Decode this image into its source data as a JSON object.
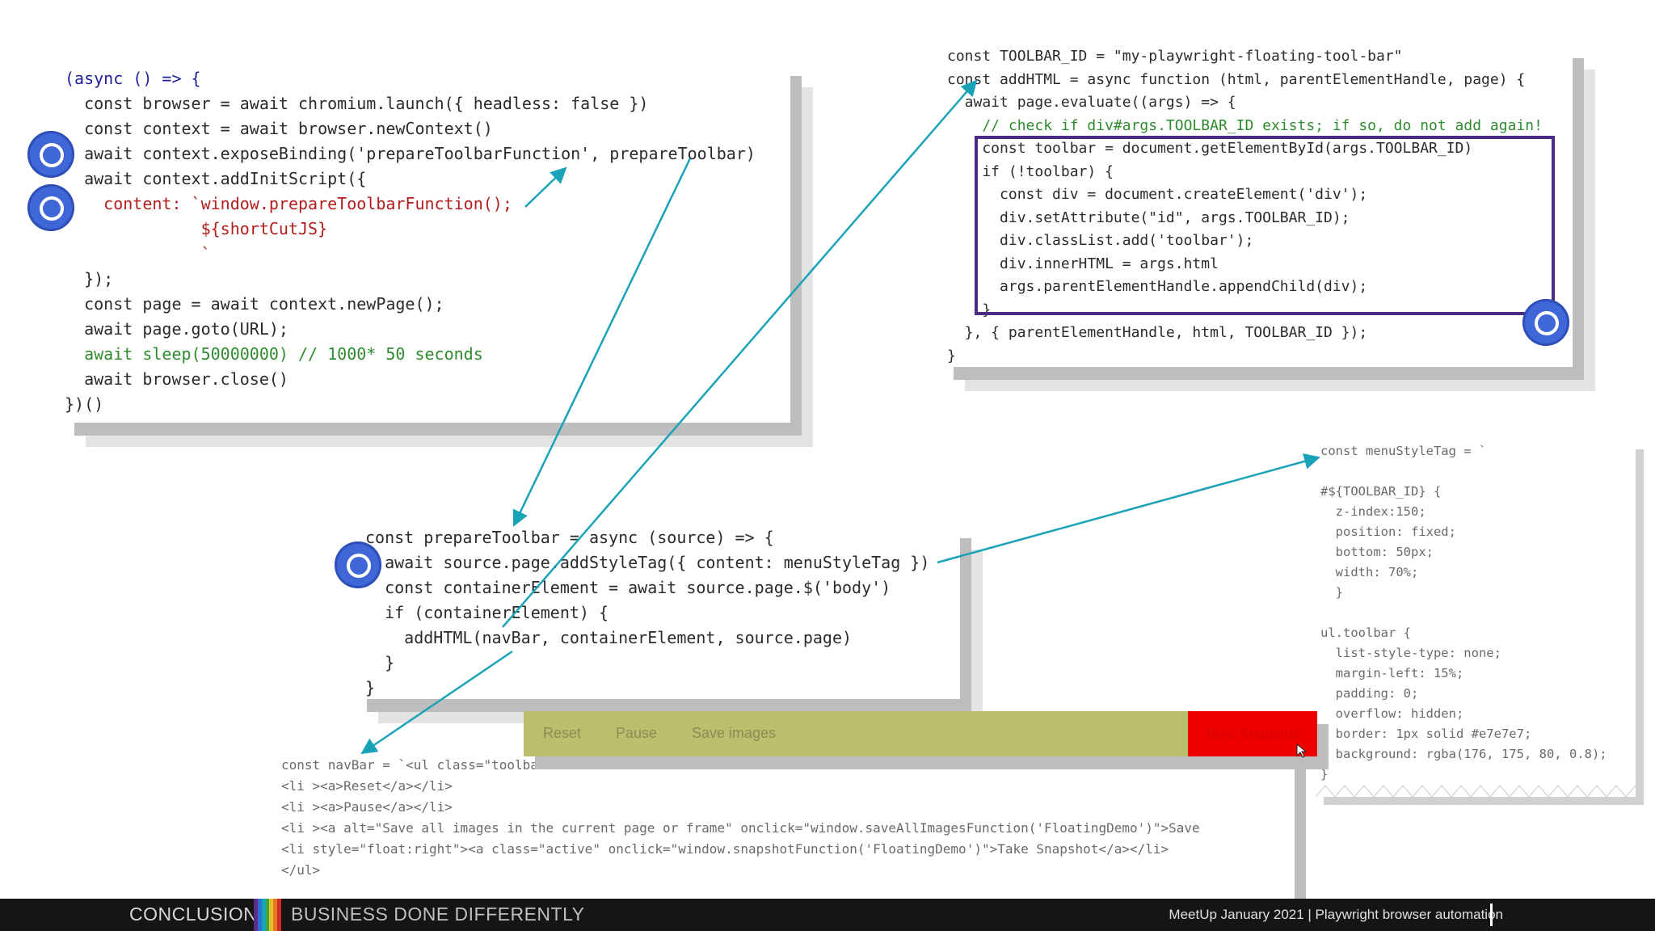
{
  "panel_main": {
    "lines": [
      "(async () => {",
      "  const browser = await chromium.launch({ headless: false })",
      "  const context = await browser.newContext()",
      "  await context.exposeBinding('prepareToolbarFunction', prepareToolbar)",
      "  await context.addInitScript({",
      "    content: `window.prepareToolbarFunction();",
      "              ${shortCutJS}",
      "              `",
      "  });",
      "  const page = await context.newPage();",
      "  await page.goto(URL);",
      "  await sleep(50000000) // 1000* 50 seconds",
      "  await browser.close()",
      "})()"
    ]
  },
  "panel_addhtml": {
    "lines": [
      "const TOOLBAR_ID = \"my-playwright-floating-tool-bar\"",
      "const addHTML = async function (html, parentElementHandle, page) {",
      "  await page.evaluate((args) => {",
      "    // check if div#args.TOOLBAR_ID exists; if so, do not add again!",
      "    const toolbar = document.getElementById(args.TOOLBAR_ID)",
      "    if (!toolbar) {",
      "      const div = document.createElement('div');",
      "      div.setAttribute(\"id\", args.TOOLBAR_ID);",
      "      div.classList.add('toolbar');",
      "      div.innerHTML = args.html",
      "      args.parentElementHandle.appendChild(div);",
      "    }",
      "  }, { parentElementHandle, html, TOOLBAR_ID });",
      "}"
    ]
  },
  "panel_prepare": {
    "lines": [
      "const prepareToolbar = async (source) => {",
      "  await source.page.addStyleTag({ content: menuStyleTag })",
      "  const containerElement = await source.page.$('body')",
      "  if (containerElement) {",
      "    addHTML(navBar, containerElement, source.page)",
      "  }",
      "}"
    ]
  },
  "panel_navbar": {
    "lines": [
      "const navBar = `<ul class=\"toolbar\">",
      "<li ><a>Reset</a></li>",
      "<li ><a>Pause</a></li>",
      "<li ><a alt=\"Save all images in the current page or frame\" onclick=\"window.saveAllImagesFunction('FloatingDemo')\">Save",
      "<li style=\"float:right\"><a class=\"active\" onclick=\"window.snapshotFunction('FloatingDemo')\">Take Snapshot</a></li>",
      "</ul>"
    ]
  },
  "panel_css": {
    "lines": [
      "const menuStyleTag = `",
      "",
      "#${TOOLBAR_ID} {",
      "  z-index:150;",
      "  position: fixed;",
      "  bottom: 50px;",
      "  width: 70%;",
      "  }",
      "",
      "ul.toolbar {",
      "  list-style-type: none;",
      "  margin-left: 15%;",
      "  padding: 0;",
      "  overflow: hidden;",
      "  border: 1px solid #e7e7e7;",
      "  background: rgba(176, 175, 80, 0.8);",
      "}"
    ]
  },
  "toolbar_demo": {
    "items": [
      "Reset",
      "Pause",
      "Save images"
    ],
    "snapshot_label": "Take Snapshot",
    "background_color": "#bdbd6e",
    "snapshot_color": "#ee0000"
  },
  "footer": {
    "section": "CONCLUSION",
    "tagline": "BUSINESS DONE DIFFERENTLY",
    "event": "MeetUp January 2021 | Playwright browser automation"
  },
  "colors": {
    "keyword": "#1a28c7",
    "string": "#b31d1d",
    "comment": "#2e8b2e",
    "arrow": "#1aa3b8",
    "highlight_box": "#4b2e83",
    "chrome_icon": "#3f67d8"
  },
  "icons": [
    "chrome-icon"
  ]
}
